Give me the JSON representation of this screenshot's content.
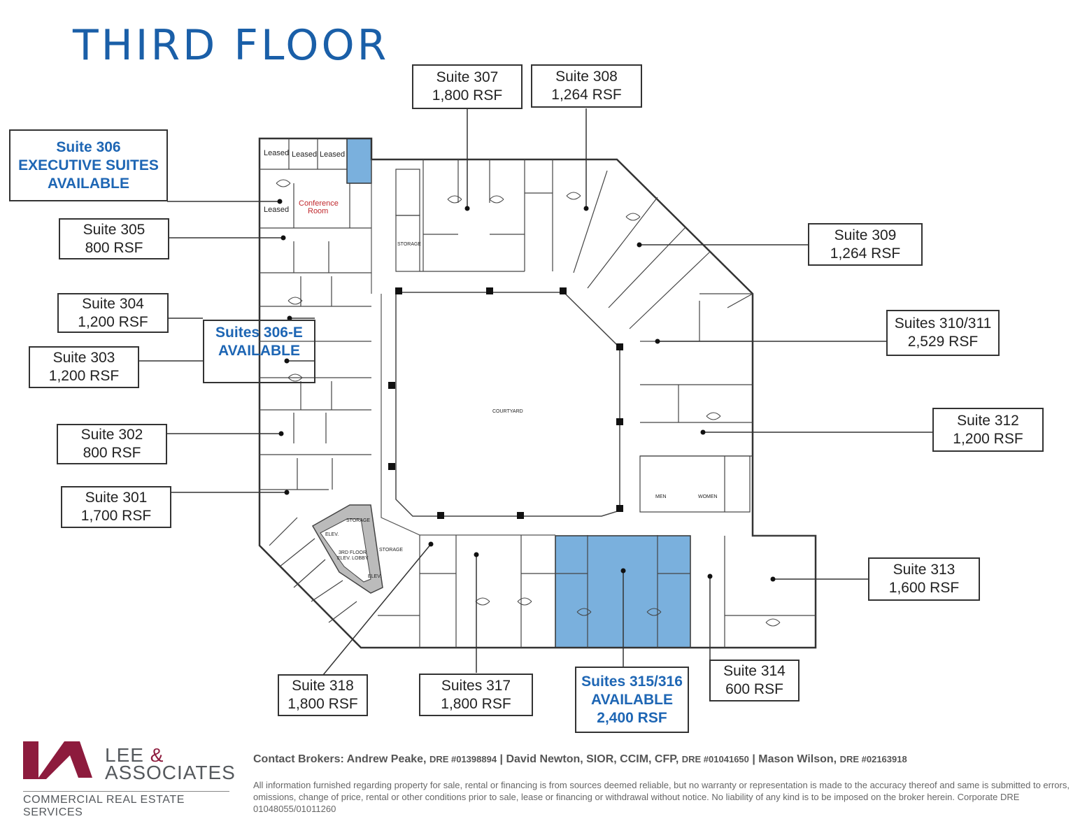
{
  "title": "THIRD FLOOR",
  "colors": {
    "available": "#7ab0dd",
    "accent": "#1e66b4",
    "brand": "#8d1b3d",
    "lines": "#333333"
  },
  "suites": {
    "s306": {
      "line1": "Suite 306",
      "line2": "EXECUTIVE SUITES",
      "line3": "AVAILABLE"
    },
    "s305": {
      "line1": "Suite 305",
      "line2": "800 RSF"
    },
    "s304": {
      "line1": "Suite 304",
      "line2": "1,200 RSF"
    },
    "s306e": {
      "line1": "Suites 306-E",
      "line2": "AVAILABLE"
    },
    "s303": {
      "line1": "Suite 303",
      "line2": "1,200 RSF"
    },
    "s302": {
      "line1": "Suite 302",
      "line2": "800 RSF"
    },
    "s301": {
      "line1": "Suite 301",
      "line2": "1,700 RSF"
    },
    "s307": {
      "line1": "Suite 307",
      "line2": "1,800 RSF"
    },
    "s308": {
      "line1": "Suite 308",
      "line2": "1,264 RSF"
    },
    "s309": {
      "line1": "Suite 309",
      "line2": "1,264 RSF"
    },
    "s310": {
      "line1": "Suites 310/311",
      "line2": "2,529 RSF"
    },
    "s312": {
      "line1": "Suite 312",
      "line2": "1,200 RSF"
    },
    "s313": {
      "line1": "Suite 313",
      "line2": "1,600 RSF"
    },
    "s314": {
      "line1": "Suite 314",
      "line2": "600 RSF"
    },
    "s315": {
      "line1": "Suites 315/316",
      "line2": "AVAILABLE",
      "line3": "2,400 RSF"
    },
    "s317": {
      "line1": "Suites 317",
      "line2": "1,800 RSF"
    },
    "s318": {
      "line1": "Suite 318",
      "line2": "1,800 RSF"
    }
  },
  "plan_text": {
    "leased": "Leased",
    "conference1": "Conference",
    "conference2": "Room",
    "storage": "STORAGE",
    "courtyard": "COURTYARD",
    "men": "MEN",
    "women": "WOMEN",
    "elev": "ELEV.",
    "lobby1": "3RD FLOOR",
    "lobby2": "ELEV. LOBBY"
  },
  "footer": {
    "logo_lee": "LEE",
    "logo_amp": "&",
    "logo_assoc": "ASSOCIATES",
    "tagline": "COMMERCIAL REAL ESTATE SERVICES",
    "brokers_prefix": "Contact Brokers: ",
    "broker1": "Andrew Peake,",
    "dre1": "DRE #01398894",
    "broker2": "David Newton, SIOR, CCIM, CFP,",
    "dre2": "DRE #01041650",
    "broker3": "Mason Wilson,",
    "dre3": "DRE #02163918",
    "separator": " | ",
    "disclaimer": "All information furnished regarding property for sale, rental or financing is from sources deemed reliable, but no warranty or representation is made to the accuracy thereof and same is submitted to errors, omissions, change of price, rental or other conditions prior to sale, lease or financing or withdrawal without notice. No liability of any kind is to be imposed on the broker herein. Corporate DRE 01048055/01011260"
  }
}
